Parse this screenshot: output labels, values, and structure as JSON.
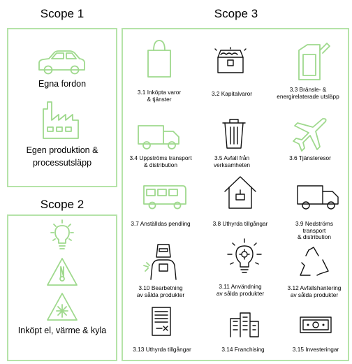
{
  "scope1": {
    "title": "Scope 1",
    "items": [
      "Egna fordon",
      "Egen produktion & processutsläpp"
    ]
  },
  "scope2": {
    "title": "Scope 2",
    "items": [
      "Inköpt el, värme & kyla"
    ]
  },
  "scope3": {
    "title": "Scope 3",
    "items": [
      {
        "line1": "3.1 Inköpta varor",
        "line2": "& tjänster"
      },
      {
        "line1": "3.2 Kapitalvaror",
        "line2": ""
      },
      {
        "line1": "3.3 Bränsle- &",
        "line2": "energirelaterade utsläpp"
      },
      {
        "line1": "3.4 Uppströms transport",
        "line2": "& distribution"
      },
      {
        "line1": "3.5 Avfall från",
        "line2": "verksamheten"
      },
      {
        "line1": "3.6 Tjänsteresor",
        "line2": ""
      },
      {
        "line1": "3.7 Anställdas pendling",
        "line2": ""
      },
      {
        "line1": "3.8 Uthyrda tillgångar",
        "line2": ""
      },
      {
        "line1": "3.9 Nedströms",
        "line2": "transport",
        "line3": "& distribution"
      },
      {
        "line1": "3.10 Bearbetning",
        "line2": "av sålda produkter"
      },
      {
        "line1": "3.11 Användning",
        "line2": "av sålda produkter"
      },
      {
        "line1": "3.12 Avfallshantering",
        "line2": "av sålda produkter"
      },
      {
        "line1": "3.13 Uthyrda tillgångar",
        "line2": ""
      },
      {
        "line1": "3.14 Franchising",
        "line2": ""
      },
      {
        "line1": "3.15 Investeringar",
        "line2": ""
      }
    ]
  },
  "colors": {
    "accent": "#b5e3a8",
    "icon_green": "#9fd98d",
    "text": "#000000"
  }
}
